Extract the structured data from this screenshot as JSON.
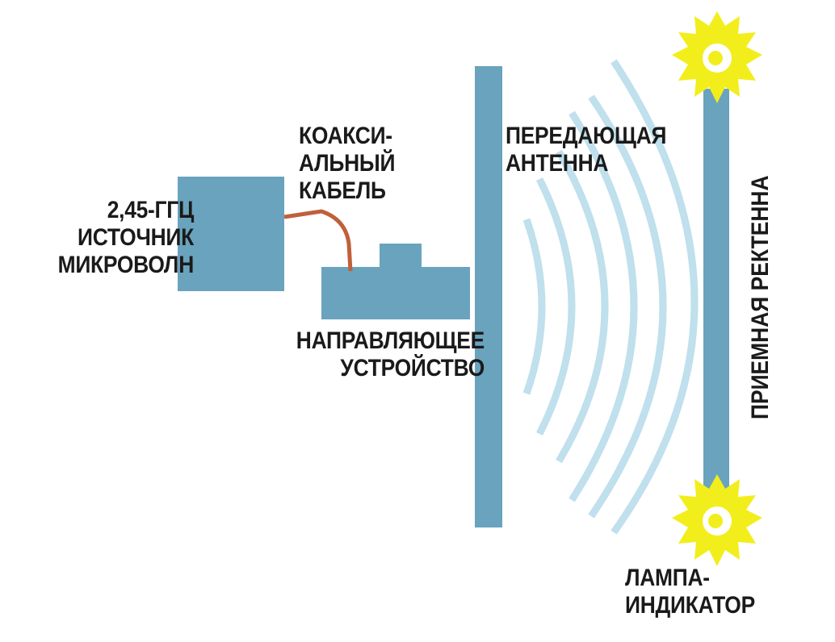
{
  "labels": {
    "source": [
      "2,45-ГГЦ",
      "ИСТОЧНИК",
      "МИКРОВОЛН"
    ],
    "cable": [
      "КОАКСИ-",
      "АЛЬНЫЙ",
      "КАБЕЛЬ"
    ],
    "guide": [
      "НАПРАВЛЯЮЩЕЕ",
      "УСТРОЙСТВО"
    ],
    "transmitter": [
      "ПЕРЕДАЮЩАЯ",
      "АНТЕННА"
    ],
    "receiver": "ПРИЕМНАЯ РЕКТЕННА",
    "lamp": [
      "ЛАМПА-",
      "ИНДИКАТОР"
    ]
  },
  "colors": {
    "block": "#6aa3bd",
    "cable": "#c0603a",
    "wave": "#bfe0ec",
    "lamp": "#f2ee1c",
    "lamp_center": "#ffffff",
    "text": "#1a1a1a"
  },
  "icons": {
    "lamp_top": "sun-lamp-icon",
    "lamp_bottom": "sun-lamp-icon"
  }
}
